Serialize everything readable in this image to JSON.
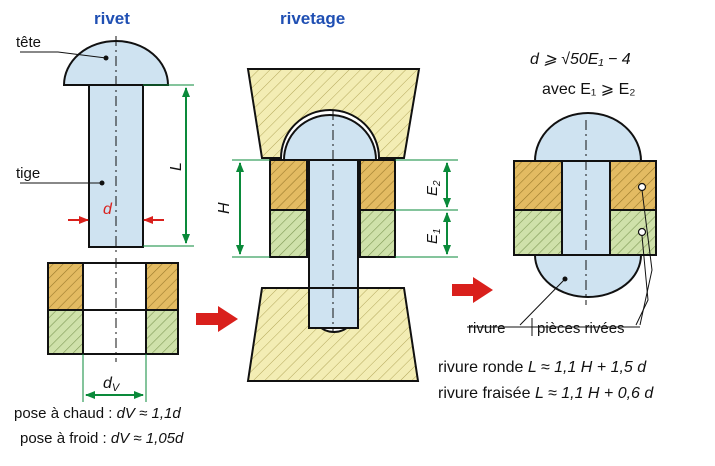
{
  "titles": {
    "rivet": "rivet",
    "rivetage": "rivetage"
  },
  "labels": {
    "tete": "tête",
    "tige": "tige",
    "L": "L",
    "d": "d",
    "dv_d": "d",
    "dv_sub": "V",
    "H": "H",
    "E1": "E",
    "E1_sub": "1",
    "E2": "E",
    "E2_sub": "2",
    "rivure": "rivure",
    "pieces": "pièces rivées"
  },
  "formulas": {
    "top1": "d ⩾ √50E₁ − 4",
    "top2": "avec E₁ ⩾ E₂",
    "ronde_label": "rivure ronde",
    "ronde_expr": "L ≈ 1,1 H + 1,5 d",
    "fraisee_label": "rivure fraisée",
    "fraisee_expr": "L ≈ 1,1 H + 0,6 d",
    "chaud_label": "pose à chaud :",
    "chaud_expr": "dV ≈ 1,1d",
    "froid_label": "pose à froid :",
    "froid_expr": "dV ≈ 1,05d"
  },
  "colors": {
    "steel": "#cfe3f1",
    "orange": "#e3bb62",
    "green": "#c9dda4",
    "tool": "#f2ecae",
    "arrow": "#d9201c",
    "dim": "#0a8a3a",
    "title": "#1f4fb3"
  }
}
